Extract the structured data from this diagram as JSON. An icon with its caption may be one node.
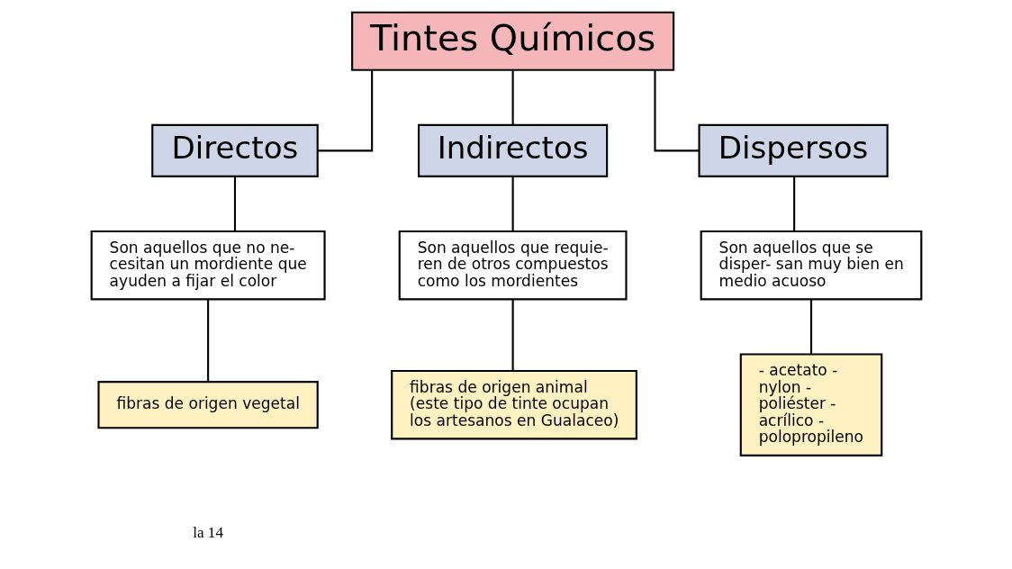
{
  "diagram": {
    "nodes": [
      {
        "text": [
          "Tintes Químicos"
        ]
      },
      {
        "text": [
          "Directos"
        ]
      },
      {
        "text": [
          "Indirectos"
        ]
      },
      {
        "text": [
          "Dispersos"
        ]
      },
      {
        "text": [
          "Son aquellos que no ne- cesitan un mordiente que ayuden a fijar el color"
        ]
      },
      {
        "text": [
          "Son aquellos que requie- ren de otros compuestos como los mordientes"
        ]
      },
      {
        "text": [
          "Son aquellos que se disper- san muy bien en medio acuoso"
        ]
      },
      {
        "text": [
          "fibras de origen vegetal"
        ]
      },
      {
        "text": [
          "fibras de origen animal (este tipo de tinte ocupan los artesanos en Gualaceo)"
        ]
      },
      {
        "text": [
          "- acetato - nylon - poliéster - acrílico - polopropileno"
        ]
      }
    ],
    "edges": [
      {
        "from": 0,
        "to": 1,
        "arrow": "none"
      },
      {
        "from": 0,
        "to": 2,
        "arrow": "none"
      },
      {
        "from": 0,
        "to": 3,
        "arrow": "none"
      },
      {
        "from": 1,
        "to": 4,
        "arrow": "none"
      },
      {
        "from": 2,
        "to": 5,
        "arrow": "none"
      },
      {
        "from": 3,
        "to": 6,
        "arrow": "none"
      },
      {
        "from": 4,
        "to": 7,
        "arrow": "none"
      },
      {
        "from": 5,
        "to": 8,
        "arrow": "none"
      },
      {
        "from": 6,
        "to": 9,
        "arrow": "none"
      }
    ],
    "labels": [
      "la 14"
    ]
  }
}
